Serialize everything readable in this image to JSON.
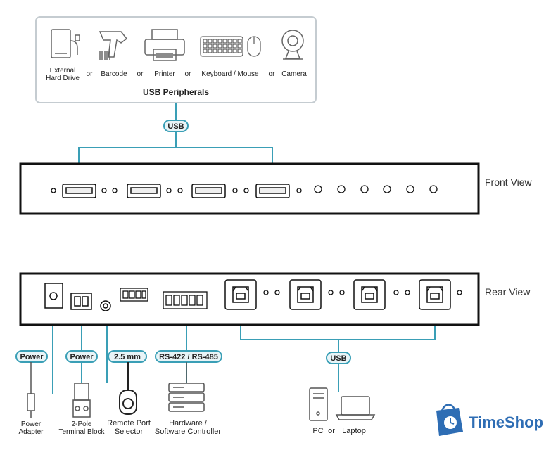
{
  "peripherals": {
    "heading": "USB Peripherals",
    "items": [
      {
        "icon": "external-hard-drive-icon",
        "line1": "External",
        "line2": "Hard Drive"
      },
      {
        "icon": "barcode-scanner-icon",
        "line1": "Barcode",
        "line2": ""
      },
      {
        "icon": "printer-icon",
        "line1": "Printer",
        "line2": ""
      },
      {
        "icon": "keyboard-mouse-icon",
        "line1": "Keyboard / Mouse",
        "line2": ""
      },
      {
        "icon": "camera-icon",
        "line1": "Camera",
        "line2": ""
      }
    ],
    "separator": "or"
  },
  "connectors": {
    "usb_top": "USB",
    "usb_bottom": "USB",
    "power1": "Power",
    "power2": "Power",
    "jack": "2.5 mm",
    "serial": "RS-422 / RS-485"
  },
  "views": {
    "front": "Front View",
    "rear": "Rear View"
  },
  "bottom_devices": [
    {
      "icon": "power-adapter-icon",
      "line1": "Power",
      "line2": "Adapter"
    },
    {
      "icon": "terminal-block-icon",
      "line1": "2-Pole",
      "line2": "Terminal Block"
    },
    {
      "icon": "remote-port-selector-icon",
      "line1": "Remote Port",
      "line2": "Selector"
    },
    {
      "icon": "controller-icon",
      "line1": "Hardware /",
      "line2": "Software Controller"
    }
  ],
  "pc": {
    "label_pc": "PC",
    "label_or": "or",
    "label_laptop": "Laptop"
  },
  "logo": {
    "text": "TimeShop",
    "accent": "#2e6db4"
  },
  "colors": {
    "line": "#3a9fb6",
    "frame": "#111111",
    "box_border": "#bfc6cc",
    "pill": "#e8f4f7"
  }
}
